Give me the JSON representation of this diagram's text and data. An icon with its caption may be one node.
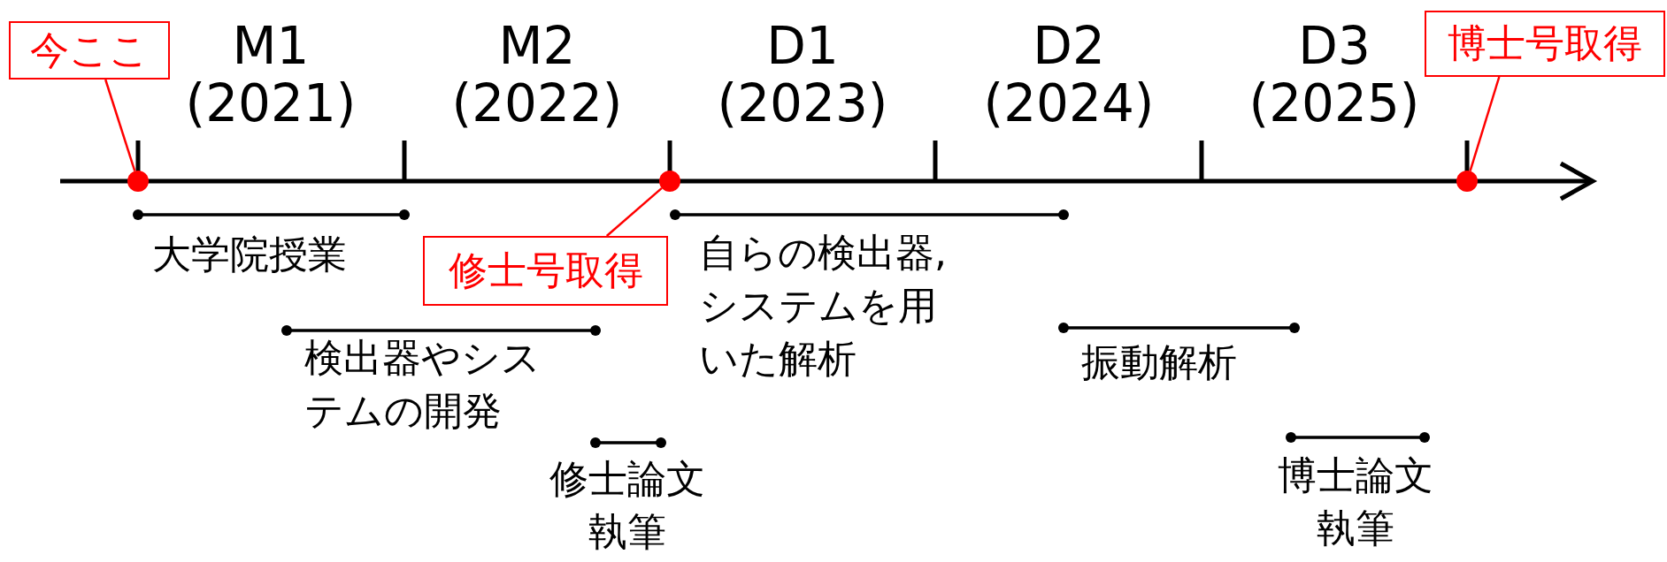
{
  "diagram": {
    "nodes": [
      {
        "text": [
          "今ここ"
        ]
      },
      {
        "text": [],
        "shape": "circle"
      },
      {
        "text": [
          "修士号取得"
        ]
      },
      {
        "text": [],
        "shape": "circle"
      },
      {
        "text": [
          "博士号取得"
        ]
      },
      {
        "text": [],
        "shape": "circle"
      }
    ],
    "edges": [
      {
        "from": 0,
        "to": 1,
        "arrow": "none"
      },
      {
        "from": 2,
        "to": 3,
        "arrow": "none"
      },
      {
        "from": 4,
        "to": 5,
        "arrow": "none"
      }
    ],
    "labels": [
      "M1 (2021)",
      "M2 (2022)",
      "D1 (2023)",
      "D2 (2024)",
      "D3 (2025)",
      "大学院授業",
      "検出器やシステムの開発",
      "修士論文執筆",
      "自らの検出器,システムを用いた解析",
      "振動解析",
      "博士論文執筆"
    ]
  }
}
